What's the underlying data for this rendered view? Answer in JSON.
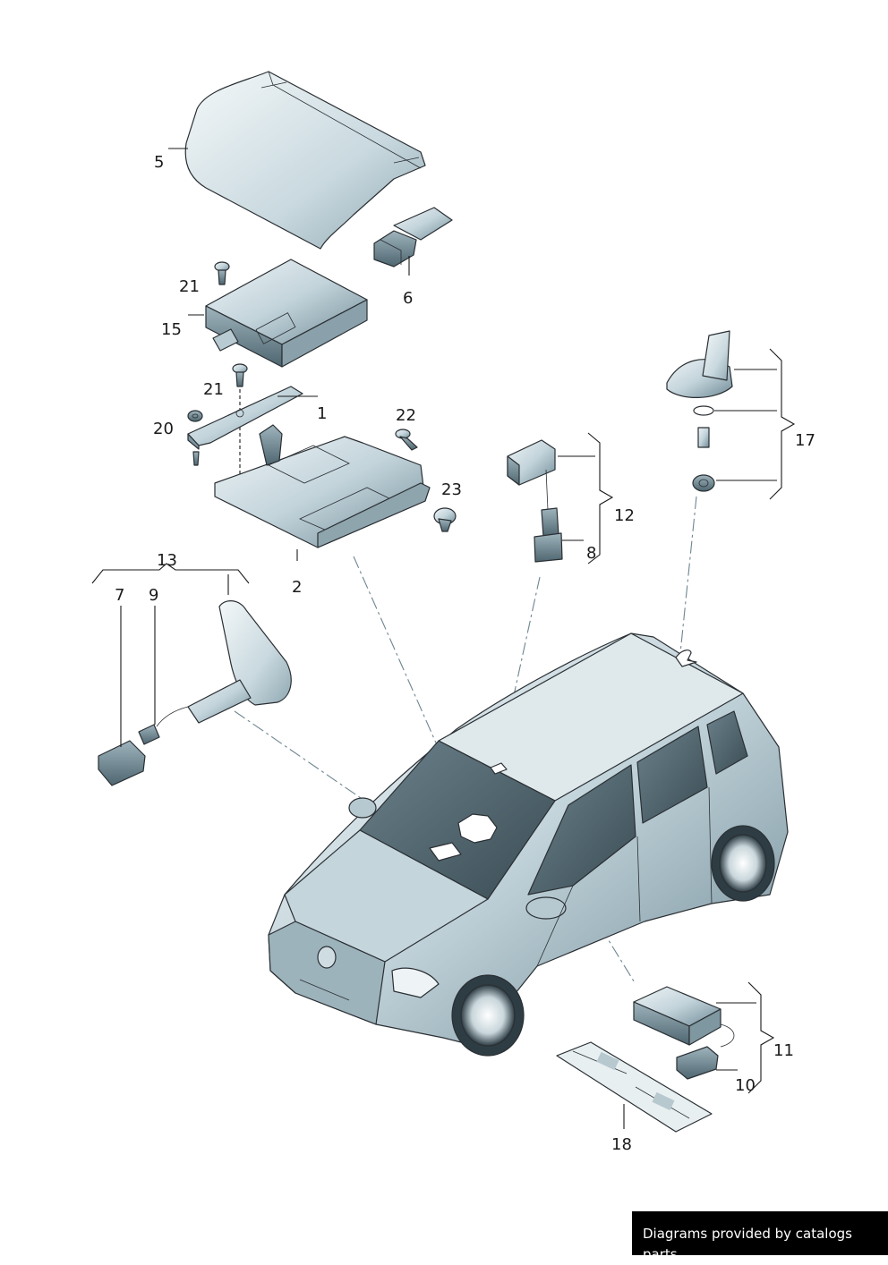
{
  "callouts": [
    {
      "id": "1",
      "text": "1"
    },
    {
      "id": "2",
      "text": "2"
    },
    {
      "id": "5",
      "text": "5"
    },
    {
      "id": "6",
      "text": "6"
    },
    {
      "id": "7",
      "text": "7"
    },
    {
      "id": "8",
      "text": "8"
    },
    {
      "id": "9",
      "text": "9"
    },
    {
      "id": "10",
      "text": "10"
    },
    {
      "id": "11",
      "text": "11"
    },
    {
      "id": "12",
      "text": "12"
    },
    {
      "id": "13",
      "text": "13"
    },
    {
      "id": "15",
      "text": "15"
    },
    {
      "id": "17",
      "text": "17"
    },
    {
      "id": "18",
      "text": "18"
    },
    {
      "id": "20",
      "text": "20"
    },
    {
      "id": "21a",
      "text": "21"
    },
    {
      "id": "21b",
      "text": "21"
    },
    {
      "id": "22",
      "text": "22"
    },
    {
      "id": "23",
      "text": "23"
    }
  ],
  "footer": {
    "credit": "Diagrams provided by catalogs parts"
  },
  "colors": {
    "part_fill_light": "#d9e6ea",
    "part_fill_mid": "#aec3cb",
    "part_fill_dark": "#6f8a96",
    "line": "#1a1a1a"
  }
}
